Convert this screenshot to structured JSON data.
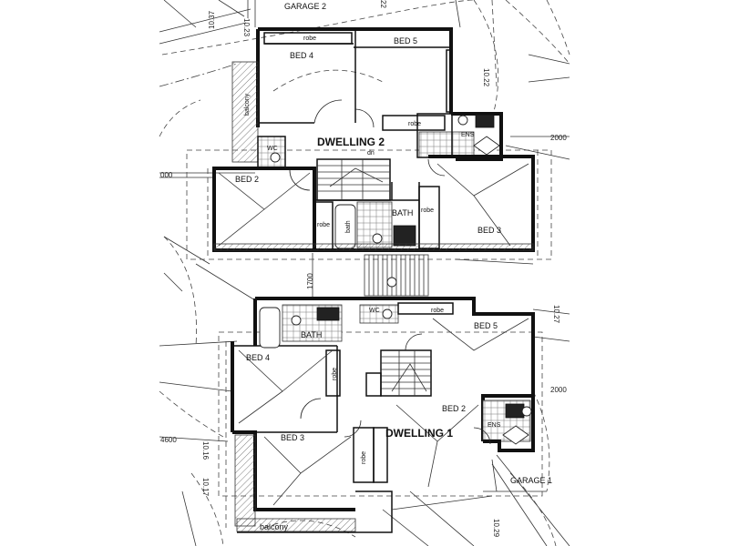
{
  "dwellings": {
    "dwelling_2": "DWELLING 2",
    "dwelling_1": "DWELLING 1"
  },
  "rooms": {
    "garage_2": "GARAGE 2",
    "garage_1": "GARAGE 1",
    "d2_bed_5": "BED 5",
    "d2_bed_4": "BED 4",
    "d2_bed_2": "BED 2",
    "d2_bed_3": "BED 3",
    "d2_robe_1": "robe",
    "d2_robe_2": "robe",
    "d2_robe_3": "robe",
    "d2_robe_4": "robe",
    "d2_bath": "BATH",
    "d2_bath_tub": "bath",
    "d2_wc": "WC",
    "d2_ens": "ENS",
    "d2_balcony": "balcony",
    "d2_dn": "dn",
    "d1_bed_5": "BED 5",
    "d1_bed_4": "BED 4",
    "d1_bed_3": "BED 3",
    "d1_bed_2": "BED 2",
    "d1_robe_1": "robe",
    "d1_robe_2": "robe",
    "d1_robe_3": "robe",
    "d1_bath": "BATH",
    "d1_wc": "WC",
    "d1_ens": "ENS",
    "d1_balcony": "balcony"
  },
  "dimensions": {
    "d_1700": "1700",
    "d_2000_top": "2000",
    "d_2000_mid": "2000",
    "d_4600": "4600",
    "d_000": "000",
    "lvl_1022": "10.22",
    "lvl_1023": "10.23",
    "lvl_1037": "10.37",
    "lvl_1016": "10.16",
    "lvl_1017": "10.17",
    "lvl_1029": "10.29",
    "lvl_1027": "10.27",
    "lvl_22": "22"
  }
}
